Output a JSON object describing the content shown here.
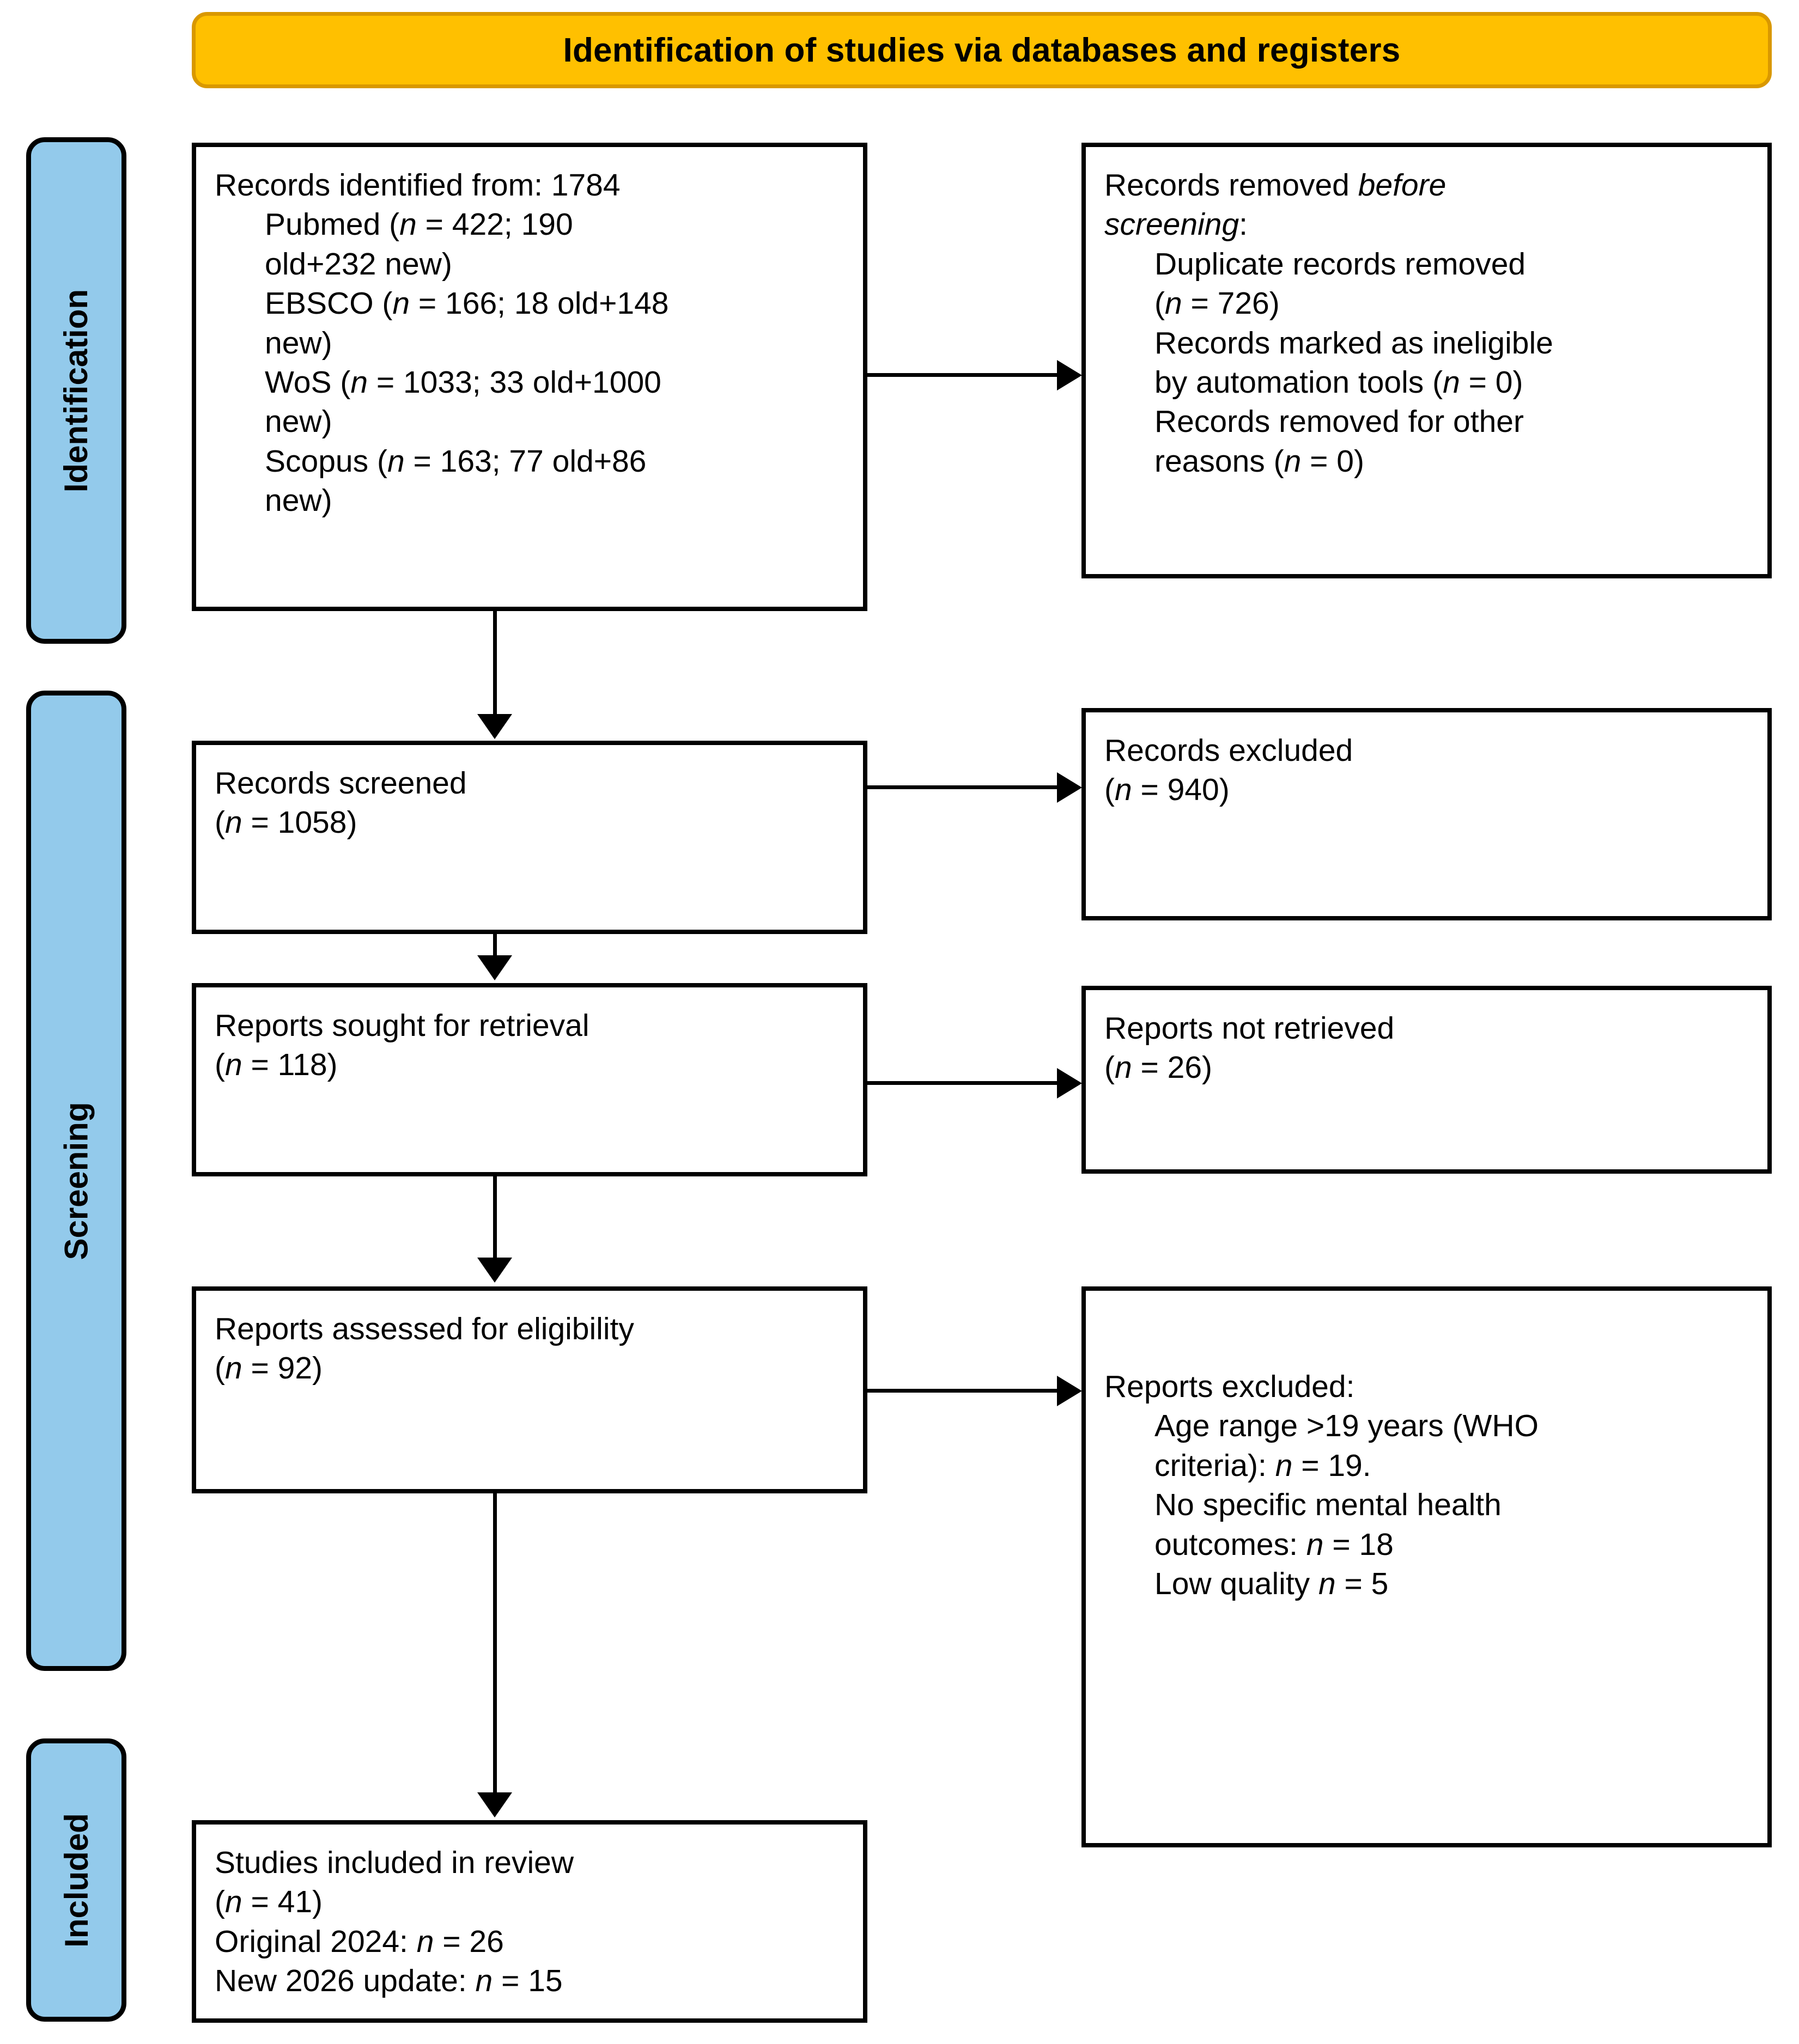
{
  "banner": {
    "title": "Identification of studies via databases and registers"
  },
  "phases": {
    "identification": "Identification",
    "screening": "Screening",
    "included": "Included"
  },
  "boxes": {
    "identified": {
      "line1": "Records identified from: 1784",
      "pubmed_a": "Pubmed (",
      "pubmed_n": "n",
      "pubmed_b": " = 422; 190",
      "pubmed_c": "old+232 new)",
      "ebsco_a": "EBSCO (",
      "ebsco_n": "n",
      "ebsco_b": " = 166; 18 old+148",
      "ebsco_c": "new)",
      "wos_a": "WoS (",
      "wos_n": "n",
      "wos_b": " = 1033; 33 old+1000",
      "wos_c": "new)",
      "scopus_a": "Scopus (",
      "scopus_n": "n",
      "scopus_b": " = 163; 77 old+86",
      "scopus_c": "new)"
    },
    "removed": {
      "line1_a": "Records removed ",
      "line1_ital": "before",
      "line2_ital": "screening",
      "line2_b": ":",
      "dup_a": "Duplicate records removed",
      "dup_b": "(",
      "dup_n": "n",
      "dup_c": " = 726)",
      "auto_a": "Records marked as ineligible",
      "auto_b": "by automation tools (",
      "auto_n": "n",
      "auto_c": " = 0)",
      "other_a": "Records removed for other",
      "other_b": "reasons (",
      "other_n": "n",
      "other_c": " = 0)"
    },
    "screened": {
      "line1": "Records screened",
      "line2_a": "(",
      "line2_n": "n",
      "line2_b": " = 1058)"
    },
    "excluded": {
      "line1": "Records excluded",
      "line2_a": "(",
      "line2_n": "n",
      "line2_b": " = 940)"
    },
    "sought": {
      "line1": "Reports sought for retrieval",
      "line2_a": "(",
      "line2_n": "n",
      "line2_b": " = 118)"
    },
    "not_retrieved": {
      "line1": "Reports not retrieved",
      "line2_a": "(",
      "line2_n": "n",
      "line2_b": " = 26)"
    },
    "assessed": {
      "line1": "Reports assessed for eligibility",
      "line2_a": "(",
      "line2_n": "n",
      "line2_b": " = 92)"
    },
    "reports_excluded": {
      "line1": "Reports excluded:",
      "age_a": "Age range >19 years (WHO",
      "age_b": "criteria): ",
      "age_n": "n",
      "age_c": " = 19.",
      "outcome_a": "No specific mental health",
      "outcome_b": "outcomes: ",
      "outcome_n": "n",
      "outcome_c": " = 18",
      "quality_a": "Low quality ",
      "quality_n": "n",
      "quality_b": " = 5"
    },
    "included": {
      "line1": "Studies included in review",
      "line2_a": "(",
      "line2_n": "n",
      "line2_b": " = 41)",
      "line3_a": "Original 2024: ",
      "line3_n": "n",
      "line3_b": " = 26",
      "line4_a": "New 2026 update: ",
      "line4_n": "n",
      "line4_b": " = 15"
    }
  },
  "colors": {
    "banner_fill": "#FFC000",
    "banner_border": "#D99800",
    "phase_fill": "#93CAEB",
    "box_border": "#000000"
  }
}
